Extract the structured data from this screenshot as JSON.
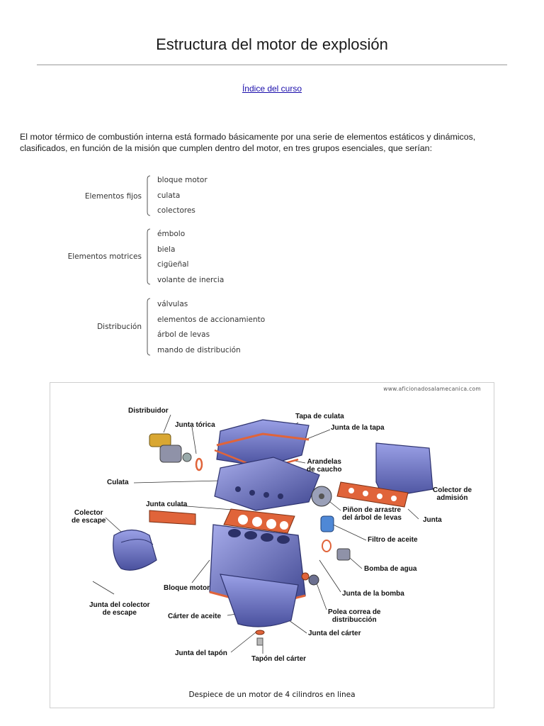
{
  "page": {
    "title": "Estructura del motor de explosión",
    "course_link": "Índice del curso",
    "intro": "El motor térmico de combustión interna está formado básicamente por una serie de elementos estáticos y dinámicos, clasificados, en función de la misión que cumplen dentro del motor, en tres grupos esenciales, que serían:"
  },
  "groups": [
    {
      "label": "Elementos fijos",
      "items": [
        "bloque motor",
        "culata",
        "colectores"
      ]
    },
    {
      "label": "Elementos motrices",
      "items": [
        "émbolo",
        "biela",
        "cigüeñal",
        "volante de inercia"
      ]
    },
    {
      "label": "Distribución",
      "items": [
        "válvulas",
        "elementos de accionamiento",
        "árbol de levas",
        "mando de distribución"
      ]
    }
  ],
  "figure": {
    "watermark": "www.aficionadosalamecanica.com",
    "caption": "Despiece de un motor de 4 cilindros en linea",
    "labels": {
      "distribuidor": "Distribuidor",
      "junta_torica": "Junta tórica",
      "tapa_culata": "Tapa de culata",
      "junta_tapa": "Junta de la tapa",
      "arandelas": "Arandelas\nde caucho",
      "culata": "Culata",
      "colector_admision": "Colector de\nadmisión",
      "colector_escape": "Colector\nde escape",
      "junta_culata": "Junta culata",
      "pinon": "Piñon de arrastre\ndel árbol de levas",
      "junta": "Junta",
      "filtro": "Filtro de aceite",
      "bomba_agua": "Bomba de agua",
      "bloque_motor": "Bloque motor",
      "junta_colector_escape": "Junta del colector\nde escape",
      "junta_bomba": "Junta de la bomba",
      "carter_aceite": "Cárter de aceite",
      "polea": "Polea correa de\ndistribucción",
      "junta_carter": "Junta del cárter",
      "junta_tapon": "Junta del tapón",
      "tapon_carter": "Tapón del cárter"
    }
  },
  "colors": {
    "link": "#1a0dab",
    "engine_blue": "#6f76c8",
    "engine_dark": "#3c428a",
    "gasket": "#e0643a"
  }
}
